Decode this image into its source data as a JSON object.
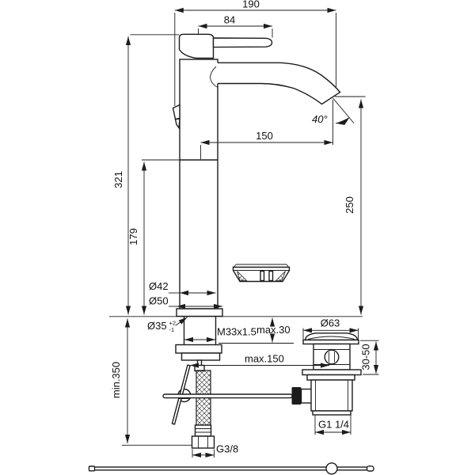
{
  "drawing": {
    "kind": "technical-dimension-diagram",
    "subject": "single-lever high basin mixer with pop-up waste and supply hose",
    "colors": {
      "line": "#1c1c1c",
      "background": "#ffffff"
    },
    "dims": {
      "total_projection": "190",
      "handle_length": "84",
      "spout_projection": "150",
      "spout_angle": "40°",
      "total_height": "321",
      "spout_height": "179",
      "clearance_height": "250",
      "body_diameter": "Ø42",
      "base_diameter": "Ø50",
      "hole_diameter": "Ø35",
      "hole_tol_plus": "+2",
      "hole_tol_minus": "-1",
      "shank_thread": "M33x1.5",
      "deck_thickness_max": "max.30",
      "rod_length_max": "max.150",
      "hose_length_min": "min.350",
      "waste_cap_diameter": "Ø63",
      "waste_deck_range": "30-50",
      "waste_thread": "G1 1/4",
      "supply_thread": "G3/8"
    }
  }
}
